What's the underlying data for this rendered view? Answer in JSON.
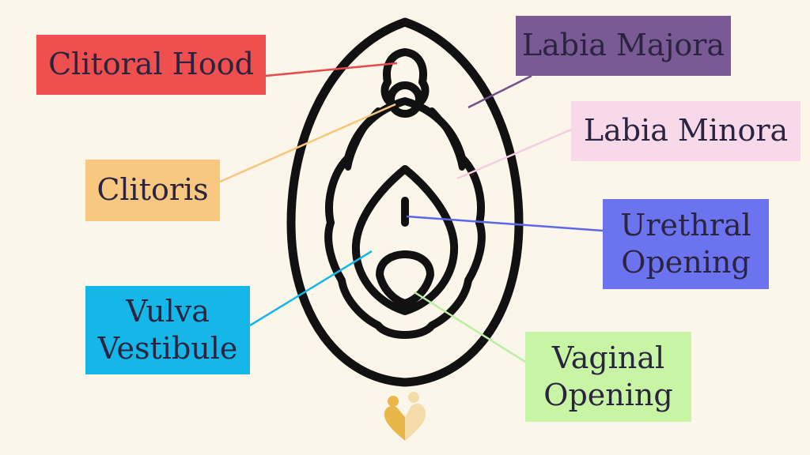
{
  "labels": {
    "clitoral_hood": "Clitoral Hood",
    "clitoris": "Clitoris",
    "vulva_vestibule": "Vulva\nVestibule",
    "labia_majora": "Labia Majora",
    "labia_minora": "Labia Minora",
    "urethral_opening": "Urethral\nOpening",
    "vaginal_opening": "Vaginal\nOpening"
  },
  "colors": {
    "background": "#fcf6ea",
    "outline": "#111111",
    "clitoral_hood": "#f04f4f",
    "clitoris": "#f9c880",
    "vulva_vestibule": "#15b7e8",
    "labia_majora": "#7a5a95",
    "labia_minora": "#f8d9ea",
    "urethral_opening": "#6b73ef",
    "vaginal_opening": "#c8f5a4",
    "logo": "#e9b64a"
  },
  "icons": {
    "logo": "two-people-heart-logo"
  }
}
